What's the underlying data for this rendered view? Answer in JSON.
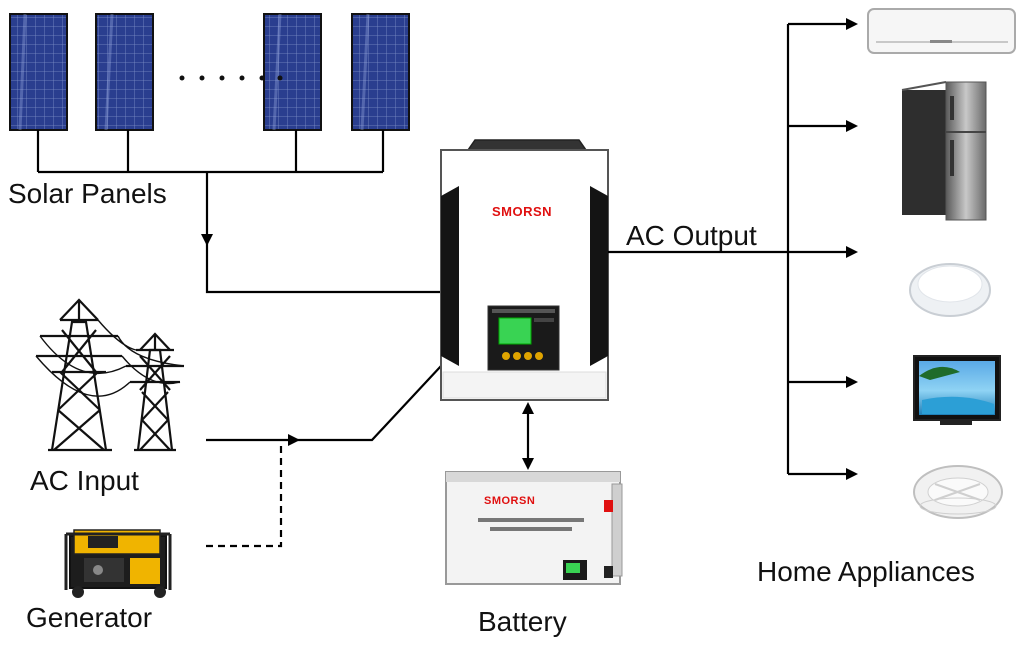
{
  "labels": {
    "solar_panels": "Solar Panels",
    "ac_input": "AC Input",
    "generator": "Generator",
    "ac_output": "AC Output",
    "battery": "Battery",
    "home_appliances": "Home Appliances"
  },
  "brand": {
    "inverter": "SMORSN",
    "battery": "SMORSN"
  },
  "colors": {
    "line": "#000000",
    "brand_red": "#e01010",
    "lcd_green": "#39d353"
  },
  "icons": {
    "solar": "solar-panel-icon",
    "pylon": "transmission-tower-icon",
    "generator": "generator-icon",
    "inverter": "inverter-icon",
    "battery": "battery-icon",
    "ac": "air-conditioner-icon",
    "fridge": "refrigerator-icon",
    "lamp": "ceiling-lamp-icon",
    "tv": "television-icon",
    "fan": "ceiling-fan-icon"
  }
}
